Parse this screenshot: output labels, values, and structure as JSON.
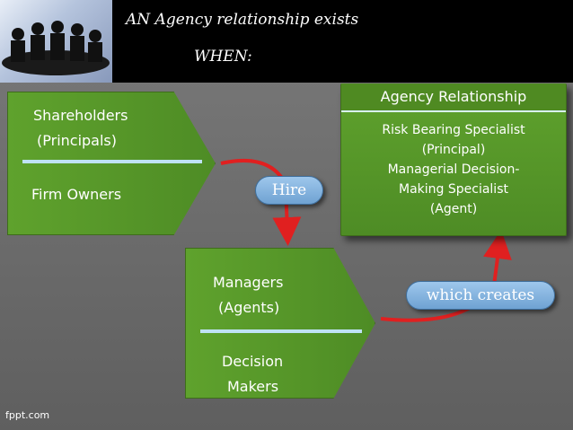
{
  "title": {
    "line1": "AN Agency relationship exists",
    "line2": "WHEN:"
  },
  "shareholders": {
    "line1": "Shareholders",
    "line2": "(Principals)",
    "owners": "Firm Owners"
  },
  "hire_label": "Hire",
  "managers": {
    "line1": "Managers",
    "line2": "(Agents)",
    "decision1": "Decision",
    "decision2": "Makers"
  },
  "creates_label": "which creates",
  "agency": {
    "title": "Agency Relationship",
    "lines": [
      "Risk Bearing Specialist",
      "(Principal)",
      "Managerial Decision-",
      "Making Specialist",
      "(Agent)"
    ]
  },
  "footer": "fppt.com",
  "colors": {
    "box_green": "#5b9b2b",
    "pill_blue": "#7fb0dd",
    "arrow_red": "#e02020",
    "divider": "#bfe2f5"
  }
}
